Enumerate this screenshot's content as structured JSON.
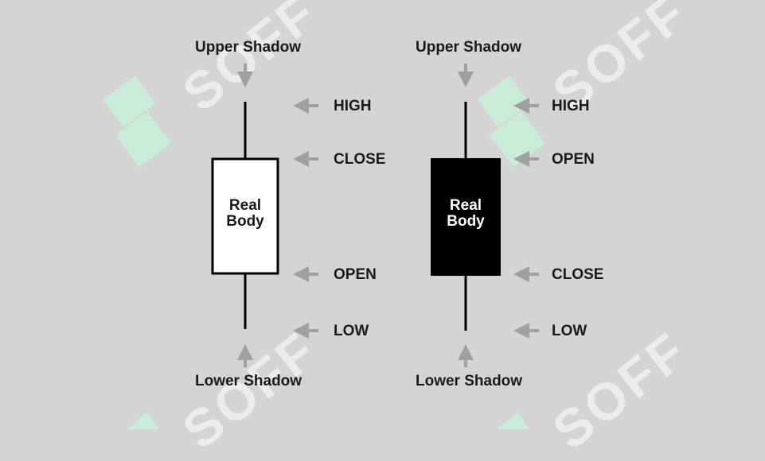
{
  "colors": {
    "background": "#d4d4d4",
    "line": "#000000",
    "arrow": "#a0a0a0",
    "bullish_body": "#ffffff",
    "bearish_body": "#000000",
    "watermark_green": "#c8f0d8"
  },
  "bullish": {
    "upper_shadow": "Upper Shadow",
    "lower_shadow": "Lower Shadow",
    "body_line1": "Real",
    "body_line2": "Body",
    "levels": [
      "HIGH",
      "CLOSE",
      "OPEN",
      "LOW"
    ]
  },
  "bearish": {
    "upper_shadow": "Upper Shadow",
    "lower_shadow": "Lower Shadow",
    "body_line1": "Real",
    "body_line2": "Body",
    "levels": [
      "HIGH",
      "OPEN",
      "CLOSE",
      "LOW"
    ]
  },
  "watermark": {
    "text": "SOFF"
  }
}
